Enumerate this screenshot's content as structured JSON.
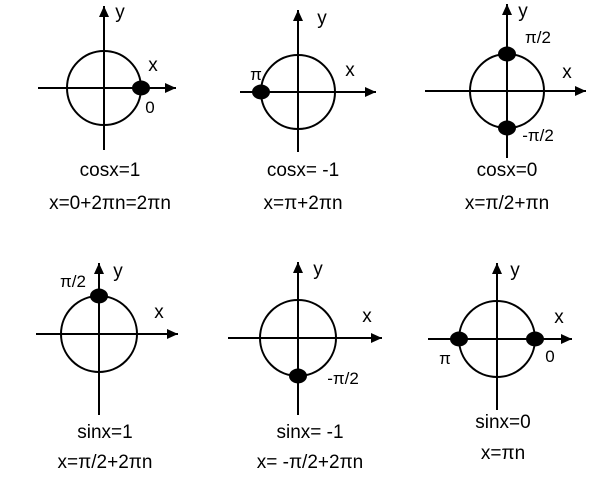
{
  "axis_labels": {
    "x": "x",
    "y": "y"
  },
  "panels": [
    {
      "points": [
        {
          "angle_deg": 0,
          "label": "0"
        }
      ],
      "equation": "cosx=1",
      "solution": "x=0+2πn=2πn"
    },
    {
      "points": [
        {
          "angle_deg": 180,
          "label": "π"
        }
      ],
      "equation": "cosx= -1",
      "solution": "x=π+2πn"
    },
    {
      "points": [
        {
          "angle_deg": 90,
          "label": "π/2"
        },
        {
          "angle_deg": -90,
          "label": "-π/2"
        }
      ],
      "equation": "cosx=0",
      "solution": "x=π/2+πn"
    },
    {
      "points": [
        {
          "angle_deg": 90,
          "label": "π/2"
        }
      ],
      "equation": "sinx=1",
      "solution": "x=π/2+2πn"
    },
    {
      "points": [
        {
          "angle_deg": -90,
          "label": "-π/2"
        }
      ],
      "equation": "sinx= -1",
      "solution": "x= -π/2+2πn"
    },
    {
      "points": [
        {
          "angle_deg": 180,
          "label": "π"
        },
        {
          "angle_deg": 0,
          "label": "0"
        }
      ],
      "equation": "sinx=0",
      "solution": "x=πn"
    }
  ]
}
